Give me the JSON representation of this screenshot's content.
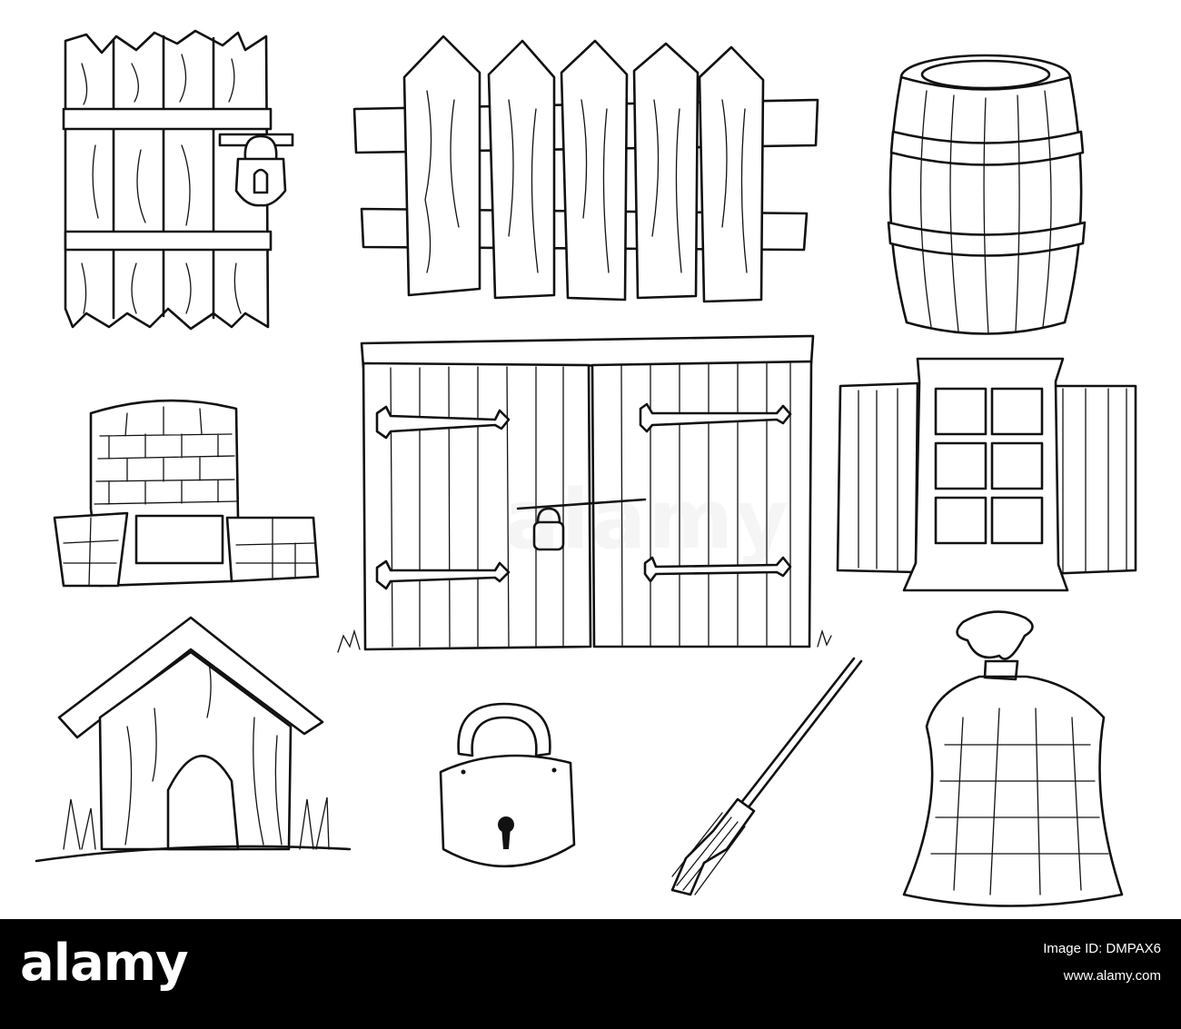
{
  "footer": {
    "logo": "alamy",
    "image_id_label": "Image ID: DMPAX6",
    "site": "www.alamy.com"
  },
  "watermark": "alamy",
  "items": [
    {
      "icon": "wooden-door-with-padlock-icon"
    },
    {
      "icon": "picket-fence-icon"
    },
    {
      "icon": "barrel-icon"
    },
    {
      "icon": "stone-well-icon"
    },
    {
      "icon": "double-wooden-gate-icon"
    },
    {
      "icon": "window-with-shutters-icon"
    },
    {
      "icon": "dog-house-icon"
    },
    {
      "icon": "padlock-icon"
    },
    {
      "icon": "broom-icon"
    },
    {
      "icon": "sack-icon"
    }
  ]
}
